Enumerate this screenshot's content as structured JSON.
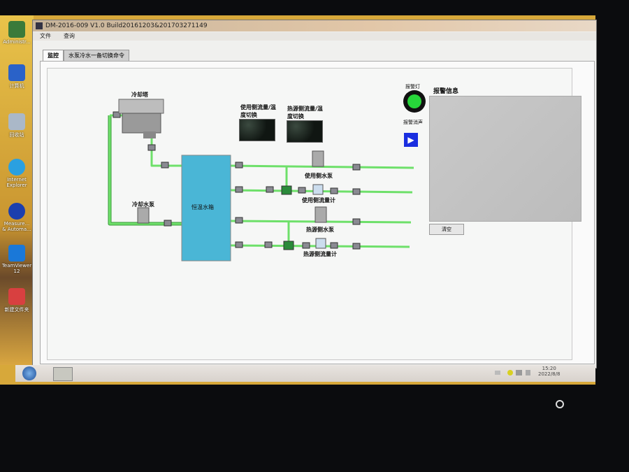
{
  "window": {
    "title": "DM-2016-009 V1.0 Build20161203&201703271149",
    "menu": [
      "文件",
      "查询"
    ]
  },
  "tabs": [
    {
      "label": "监控",
      "active": true
    },
    {
      "label": "水泵冷水一备切换命令",
      "active": false
    }
  ],
  "desktop_icons": [
    "Administr...",
    "计算机",
    "回收站",
    "Internet Explorer",
    "Measure... & Automa...",
    "TeamViewer 12",
    "新建文件夹"
  ],
  "diagram": {
    "cooling_tower": "冷却塔",
    "cooling_pump": "冷却水泵",
    "tank": "恒温水箱",
    "use_pump": "使用侧水泵",
    "use_flowmeter": "使用侧流量计",
    "heat_pump": "热源侧水泵",
    "heat_flowmeter": "热源侧流量计",
    "use_display_label": "使用侧流量/温度切换",
    "heat_display_label": "热源侧流量/温度切换",
    "pipe_color": "#5fd65a",
    "tank_color": "#4ab6d6"
  },
  "alarm": {
    "light_label": "报警灯",
    "light_state": "on",
    "light_color": "#27d63a",
    "silence_label": "报警消声",
    "info_label": "报警信息",
    "clear_button": "清空"
  },
  "taskbar": {
    "time": "15:20",
    "date": "2022/8/8"
  }
}
